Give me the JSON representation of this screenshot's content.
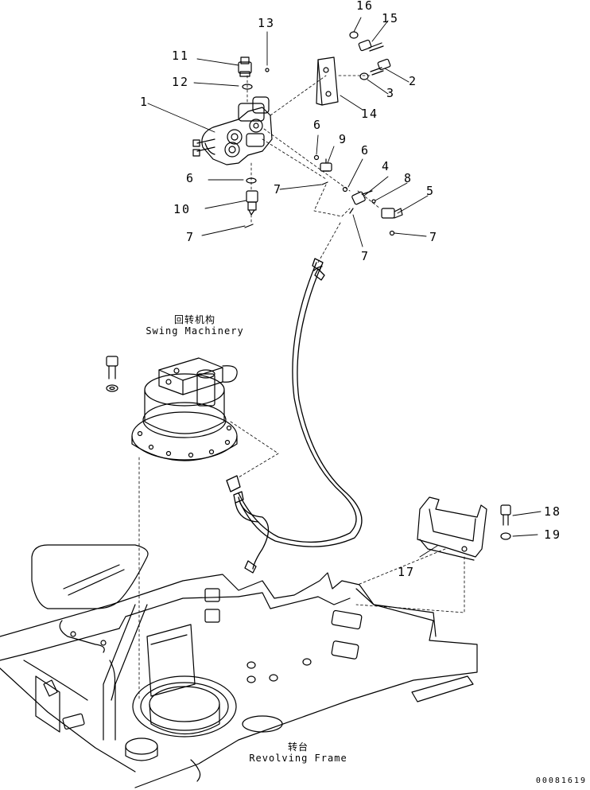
{
  "callouts": [
    "1",
    "2",
    "3",
    "4",
    "5",
    "6",
    "7",
    "8",
    "9",
    "10",
    "11",
    "12",
    "13",
    "14",
    "15",
    "16",
    "17",
    "18",
    "19"
  ],
  "label_6": "6",
  "label_7": "7",
  "swing": {
    "cn": "回转机构",
    "en": "Swing Machinery"
  },
  "frame": {
    "cn": "转台",
    "en": "Revolving Frame"
  },
  "drawing_number": "00081619"
}
